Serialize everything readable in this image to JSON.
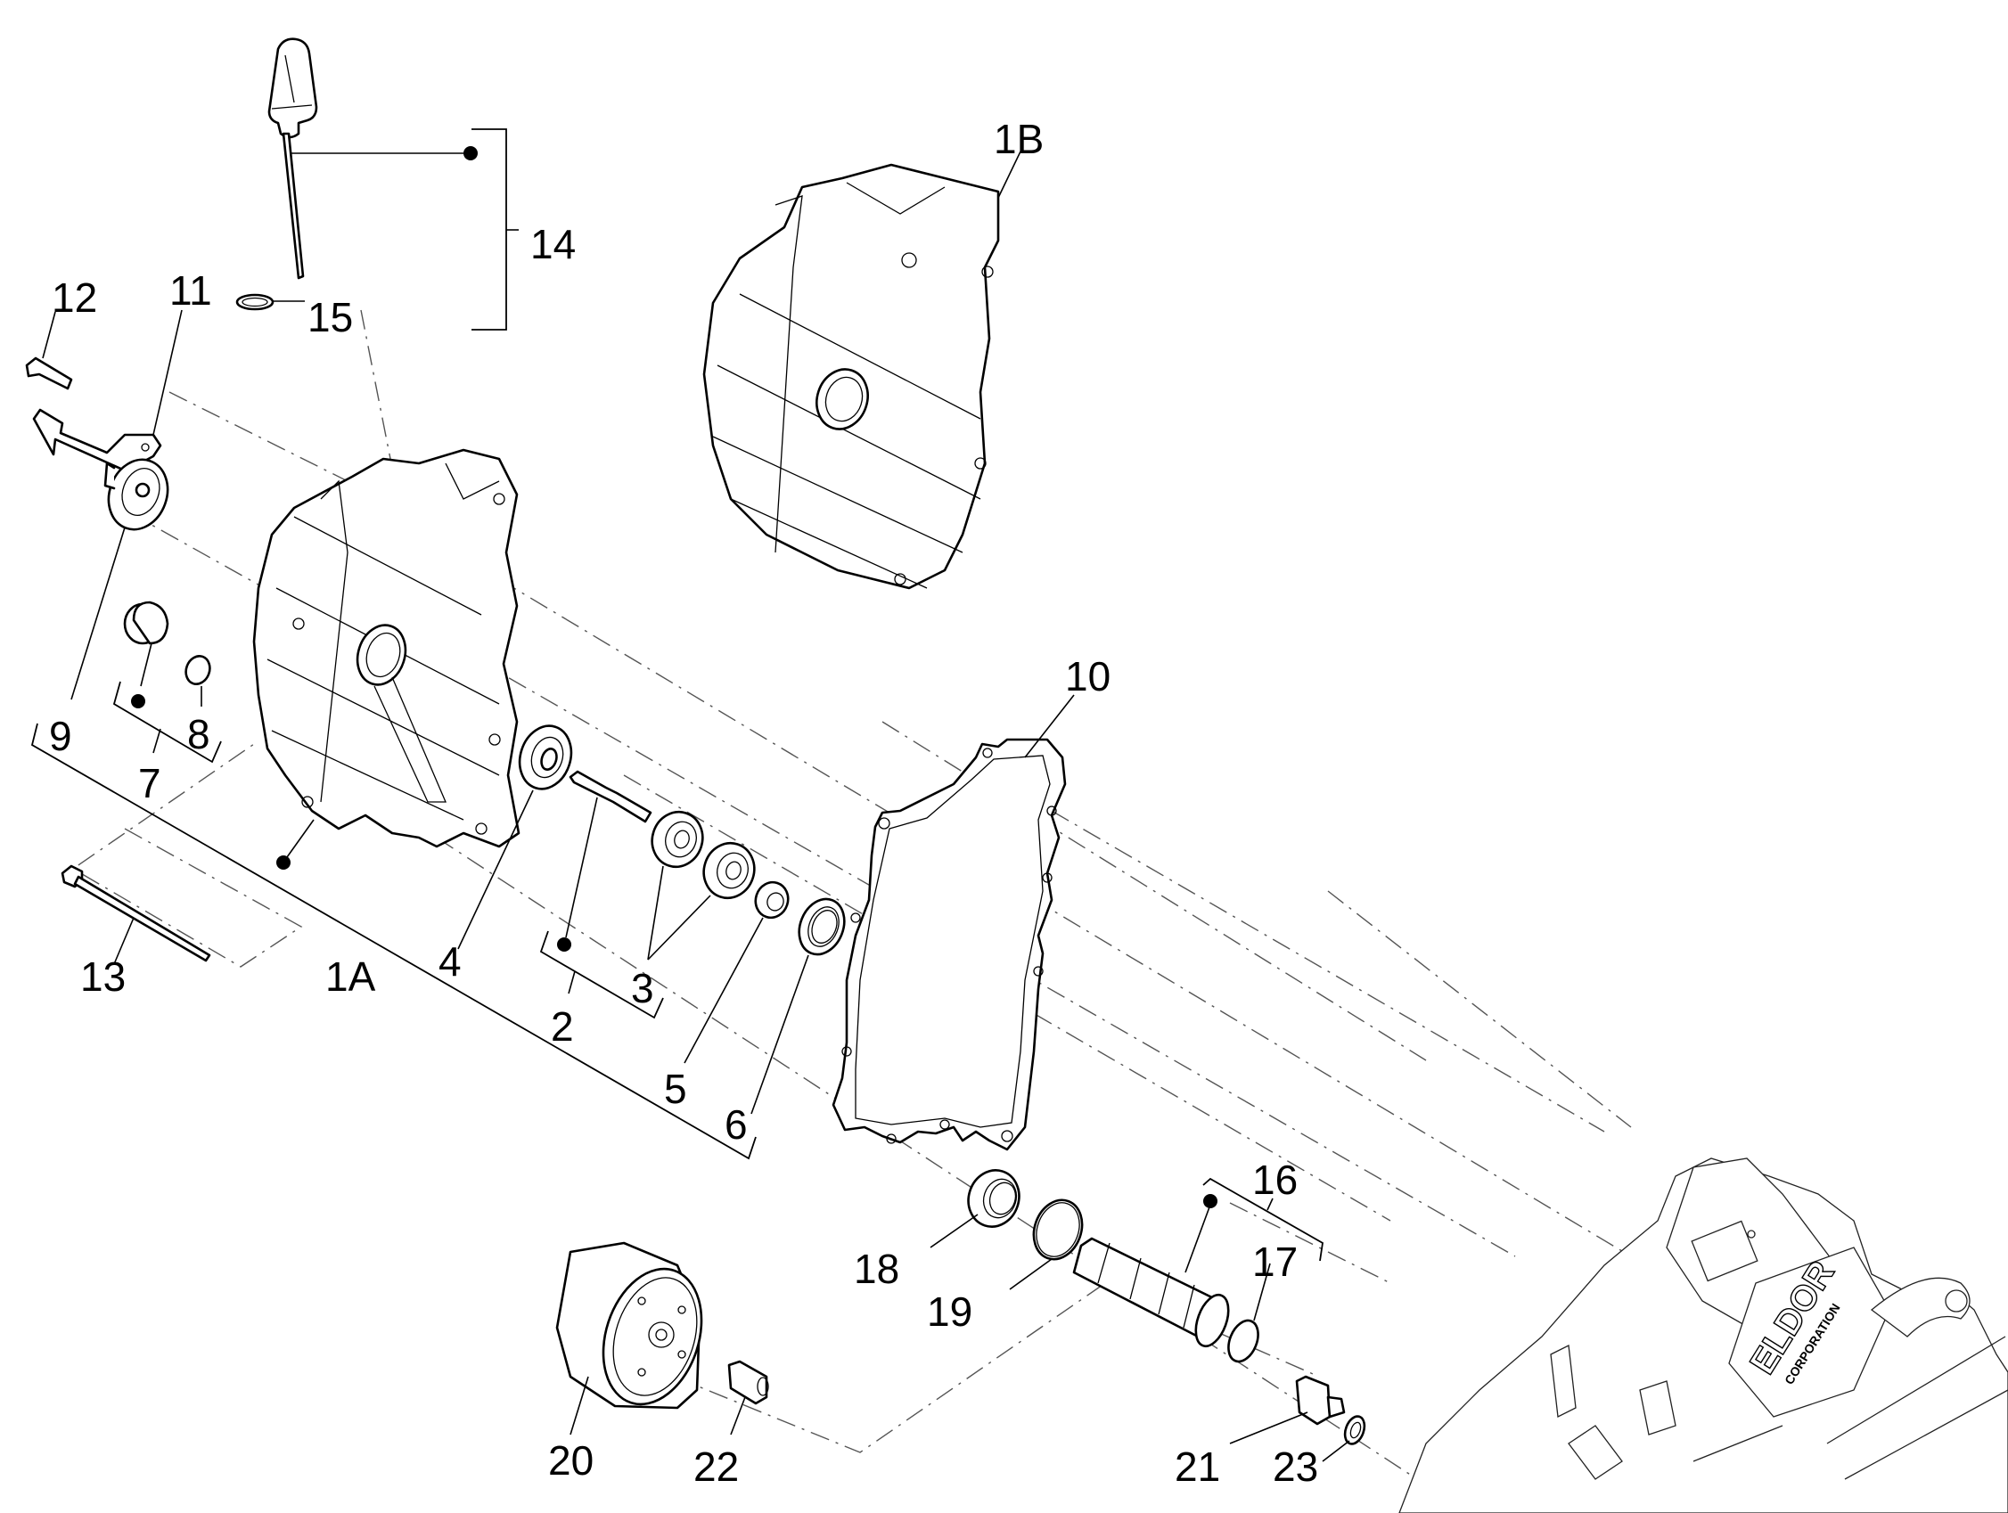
{
  "diagram": {
    "type": "exploded-parts-view",
    "subject": "crankcase cover / oil filter assembly",
    "line_color": "#000000",
    "axis_color": "#555555",
    "background": "#ffffff"
  },
  "callouts": [
    {
      "id": "1A",
      "label": "1A",
      "part": "crankcase-cover-half-a",
      "kit_marker": true
    },
    {
      "id": "1B",
      "label": "1B",
      "part": "crankcase-cover-half-b",
      "kit_marker": false
    },
    {
      "id": "2",
      "label": "2",
      "part": "shaft-kit",
      "kit_marker": true
    },
    {
      "id": "3",
      "label": "3",
      "part": "ball-bearing",
      "kit_marker": false
    },
    {
      "id": "4",
      "label": "4",
      "part": "bearing",
      "kit_marker": false
    },
    {
      "id": "5",
      "label": "5",
      "part": "spacer-bushing",
      "kit_marker": false
    },
    {
      "id": "6",
      "label": "6",
      "part": "oil-seal",
      "kit_marker": false
    },
    {
      "id": "7",
      "label": "7",
      "part": "plug-kit",
      "kit_marker": true
    },
    {
      "id": "8",
      "label": "8",
      "part": "o-ring",
      "kit_marker": false
    },
    {
      "id": "9",
      "label": "9",
      "part": "cover-flange",
      "kit_marker": false
    },
    {
      "id": "10",
      "label": "10",
      "part": "gasket",
      "kit_marker": false
    },
    {
      "id": "11",
      "label": "11",
      "part": "bracket",
      "kit_marker": false
    },
    {
      "id": "12",
      "label": "12",
      "part": "flange-bolt",
      "kit_marker": false
    },
    {
      "id": "13",
      "label": "13",
      "part": "long-bolt",
      "kit_marker": false
    },
    {
      "id": "14",
      "label": "14",
      "part": "oil-dipstick-kit",
      "kit_marker": true
    },
    {
      "id": "15",
      "label": "15",
      "part": "o-ring",
      "kit_marker": false
    },
    {
      "id": "16",
      "label": "16",
      "part": "oil-strainer-kit",
      "kit_marker": true
    },
    {
      "id": "17",
      "label": "17",
      "part": "o-ring",
      "kit_marker": false
    },
    {
      "id": "18",
      "label": "18",
      "part": "threaded-plug",
      "kit_marker": false
    },
    {
      "id": "19",
      "label": "19",
      "part": "o-ring",
      "kit_marker": false
    },
    {
      "id": "20",
      "label": "20",
      "part": "oil-filter",
      "kit_marker": false
    },
    {
      "id": "21",
      "label": "21",
      "part": "oil-pressure-sensor",
      "kit_marker": false
    },
    {
      "id": "22",
      "label": "22",
      "part": "filter-nipple",
      "kit_marker": false
    },
    {
      "id": "23",
      "label": "23",
      "part": "sealing-washer",
      "kit_marker": false
    }
  ],
  "engine_block": {
    "brand_text": "ELDOR",
    "brand_subtext": "CORPORATION"
  }
}
